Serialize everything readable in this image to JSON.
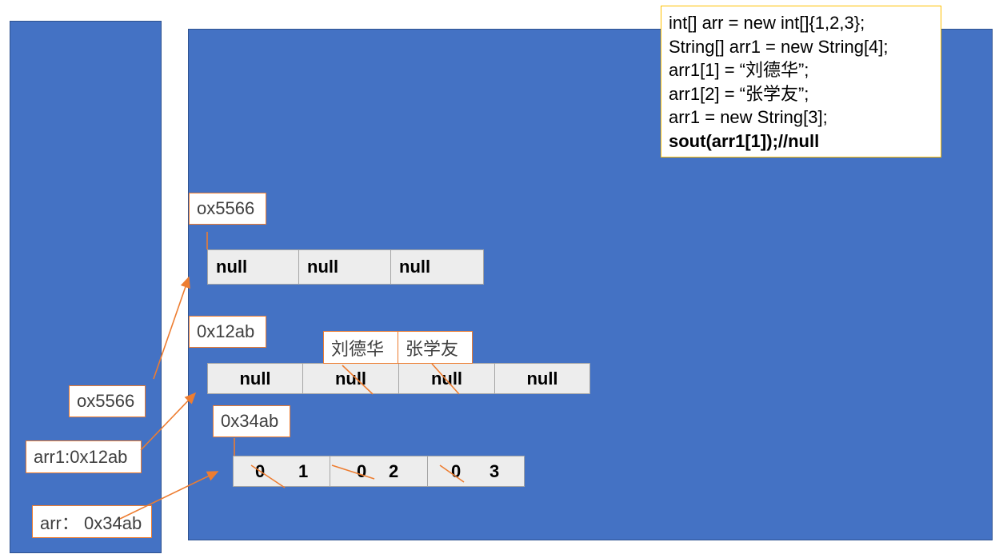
{
  "stack": {
    "addresses": [
      "ox5566",
      "arr1:0x12ab",
      "arr：  0x34ab"
    ]
  },
  "heap": {
    "arr_new": {
      "address": "ox5566",
      "values": [
        "null",
        "null",
        "null"
      ]
    },
    "arr_old": {
      "address": "0x12ab",
      "values": [
        "null",
        "null",
        "null",
        "null"
      ],
      "assigned": [
        "刘德华",
        "张学友"
      ]
    },
    "int_arr": {
      "address": "0x34ab",
      "cells": [
        {
          "old": "0",
          "new": "1"
        },
        {
          "old": "0",
          "new": "2"
        },
        {
          "old": "0",
          "new": "3"
        }
      ]
    }
  },
  "code": {
    "lines": [
      "int[] arr = new int[]{1,2,3};",
      "String[] arr1 = new String[4];",
      "arr1[1] = “刘德华”;",
      "arr1[2] = “张学友”;",
      "arr1 = new String[3];",
      "sout(arr1[1]);//null"
    ]
  },
  "colors": {
    "panel": "#4472c4",
    "arrow": "#ed7d31",
    "code_border": "#ffc000"
  }
}
